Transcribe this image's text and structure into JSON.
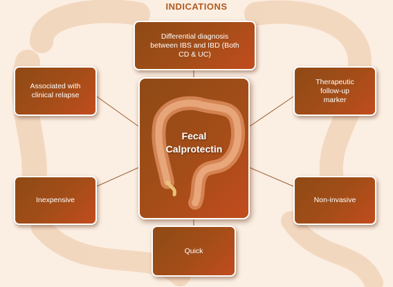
{
  "title": "INDICATIONS",
  "center": {
    "line1": "Fecal",
    "line2": "Calprotectin"
  },
  "nodes": {
    "top": "Differential diagnosis between IBS and IBD (Both CD & UC)",
    "left_top": "Associated with clinical relapse",
    "right_top": "Therapeutic follow-up marker",
    "left_bottom": "Inexpensive",
    "right_bottom": "Non-invasive",
    "bottom": "Quick"
  },
  "colors": {
    "background": "#fbeee2",
    "title": "#b05a1e",
    "box_fill": "#a44d18",
    "connector": "#9a5a32"
  }
}
